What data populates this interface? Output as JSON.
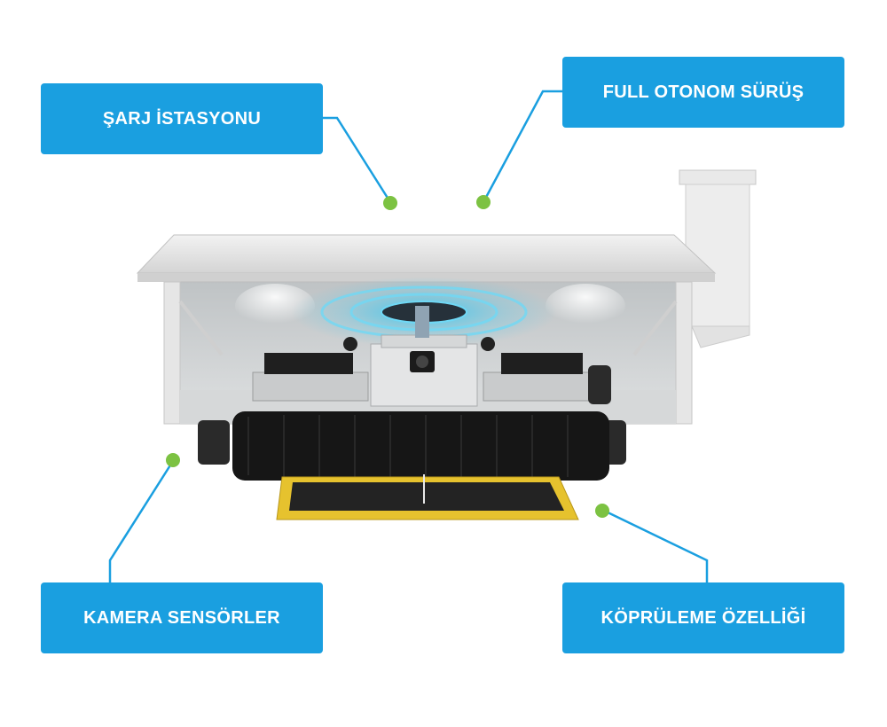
{
  "callouts": {
    "charging_station": "ŞARJ İSTASYONU",
    "full_autonomous": "FULL OTONOM SÜRÜŞ",
    "camera_sensors": "KAMERA SENSÖRLER",
    "bridging_feature": "KÖPRÜLEME ÖZELLİĞİ"
  },
  "colors": {
    "callout_bg": "#1a9fe0",
    "connector_line": "#1a9fe0",
    "dot": "#7cc242",
    "rail_yellow": "#e6c22e",
    "glow_blue": "#3cc8f0"
  }
}
